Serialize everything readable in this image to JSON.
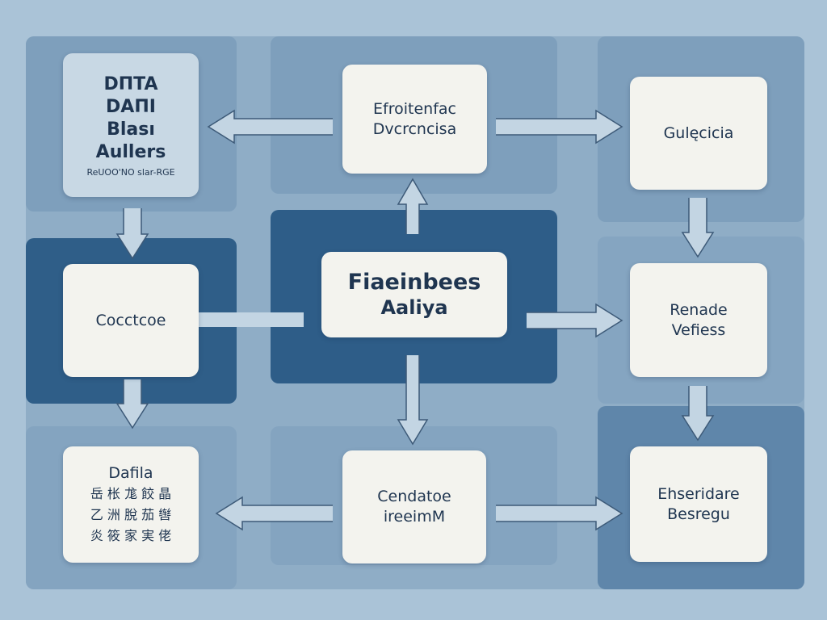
{
  "colors": {
    "background": "#aac3d7",
    "panel": "#8fadc6",
    "dark": "#2f5e88",
    "box": "#f3f3ee",
    "text": "#1f3550",
    "arrow": "#c3d5e3"
  },
  "nodes": {
    "data_assets": {
      "lines": [
        "DΠTA",
        "DAΠI",
        "Blası",
        "Aullers"
      ],
      "caption": "ReUOO'NO slar-RGE"
    },
    "top_center": {
      "lines": [
        "Efroitenfac",
        "Dvcrcncisa"
      ]
    },
    "top_right": {
      "lines": [
        "Gulęcicia"
      ]
    },
    "left_middle": {
      "lines": [
        "Cocctcoe"
      ]
    },
    "center": {
      "lines": [
        "Fiaeinbees",
        "Aaliya"
      ]
    },
    "right_middle": {
      "lines": [
        "Renade",
        "Vefiess"
      ]
    },
    "bottom_left": {
      "lines": [
        "Dafila",
        "岳 枨 尨 餃 晶",
        "乙 洲 脫 茄 辔",
        "炎 筱 家 実 佬"
      ]
    },
    "bottom_center": {
      "lines": [
        "Cendatoe",
        "ireeimM"
      ]
    },
    "bottom_right": {
      "lines": [
        "Ehseridare",
        "Besregu"
      ]
    }
  }
}
